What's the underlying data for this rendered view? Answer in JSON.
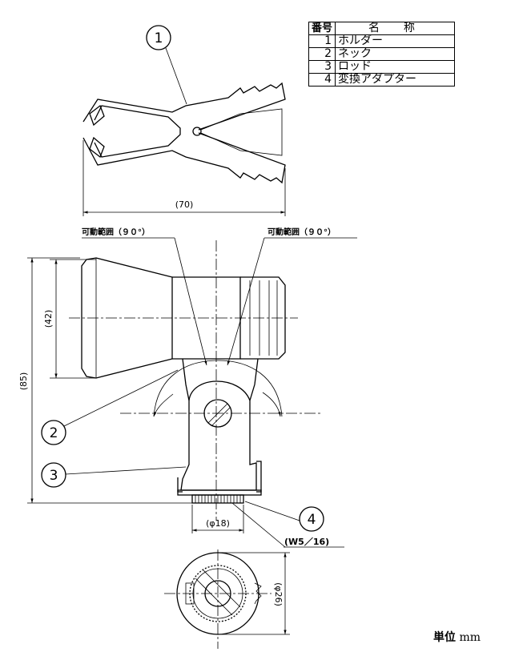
{
  "parts_table": {
    "headers": {
      "number": "番号",
      "name": "名　称"
    },
    "rows": [
      {
        "number": "1",
        "name": "ホルダー"
      },
      {
        "number": "2",
        "name": "ネック"
      },
      {
        "number": "3",
        "name": "ロッド"
      },
      {
        "number": "4",
        "name": "変換アダプター"
      }
    ]
  },
  "callouts": [
    "1",
    "2",
    "3",
    "4"
  ],
  "dimensions": {
    "holder_width": "(70)",
    "holder_height": "(42)",
    "total_height": "(85)",
    "base_diameter": "(φ18)",
    "thread": "(W5／16)",
    "bottom_diameter": "(φ26)"
  },
  "range_label_left": "可動範囲（９０°）",
  "range_label_right": "可動範囲（９０°）",
  "unit": {
    "label": "単位",
    "value": "mm"
  }
}
